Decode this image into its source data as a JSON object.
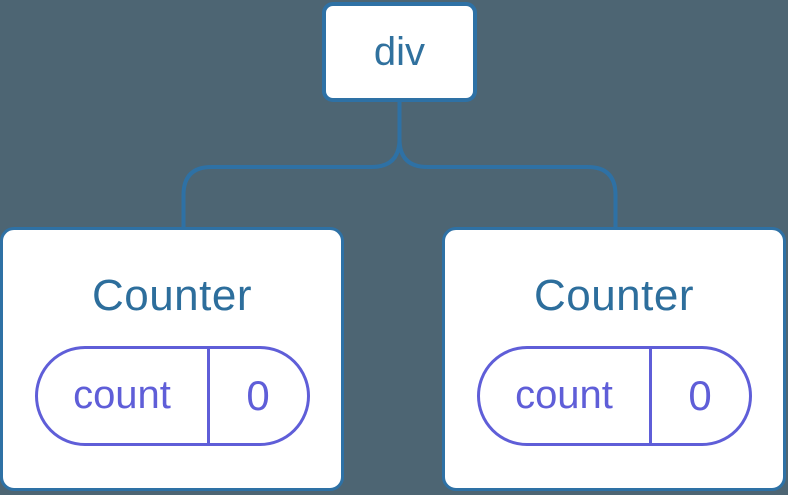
{
  "colors": {
    "background": "#4d6573",
    "node_border_blue": "#2e71a5",
    "node_text_blue": "#2d6e9c",
    "state_purple": "#5f5ed8",
    "node_fill": "#ffffff"
  },
  "tree": {
    "root": {
      "label": "div"
    },
    "children": [
      {
        "title": "Counter",
        "state": {
          "name": "count",
          "value": "0"
        }
      },
      {
        "title": "Counter",
        "state": {
          "name": "count",
          "value": "0"
        }
      }
    ]
  }
}
